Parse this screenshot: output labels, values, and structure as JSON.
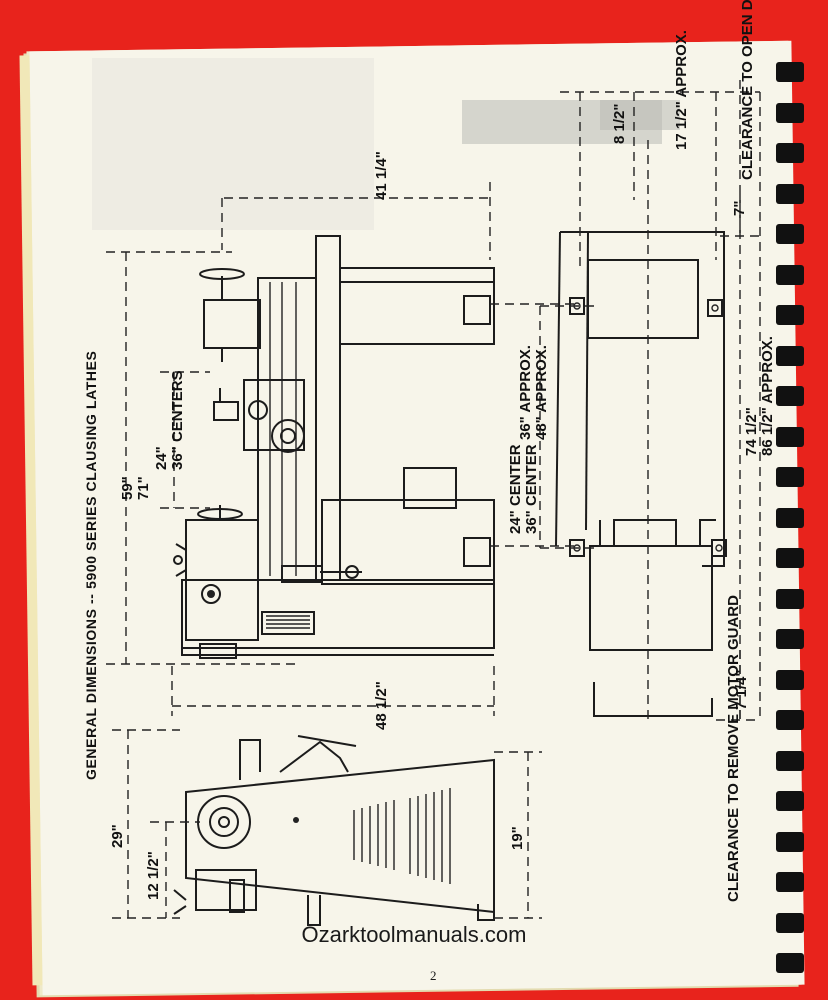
{
  "document": {
    "title": "GENERAL DIMENSIONS -- 5900 SERIES CLAUSING LATHES",
    "page_number": "2",
    "watermark": "Ozarktoolmanuals.com"
  },
  "front_view_dimensions": {
    "overall_height_a": "59\"",
    "overall_height_b": "71\"",
    "centers_a": "24\"",
    "centers_b": "36\" CENTERS",
    "overall_depth": "41 1/4\"",
    "overall_length": "48 1/2\""
  },
  "end_view_dimensions": {
    "height": "29\"",
    "spindle_height": "12 1/2\"",
    "base_depth": "19\""
  },
  "floor_plan_dimensions": {
    "center_a": "24\" CENTER",
    "center_b": "36\" CENTER",
    "approx_a": "36\" APPROX.",
    "approx_b": "48\" APPROX.",
    "door_offset": "8 1/2\"",
    "door_clearance_dim": "17 1/2\" APPROX.",
    "door_gap": "7\"",
    "door_clearance_label": "CLEARANCE TO OPEN DOOR",
    "length_a": "74 1/2\"",
    "length_b": "86 1/2\" APPROX.",
    "guard_gap": "7 1/4\"",
    "guard_clearance_label": "CLEARANCE TO REMOVE MOTOR GUARD"
  },
  "colors": {
    "background": "#e8231c",
    "paper": "#f7f5ea",
    "ink": "#1c1c1c",
    "binding": "#111111"
  }
}
